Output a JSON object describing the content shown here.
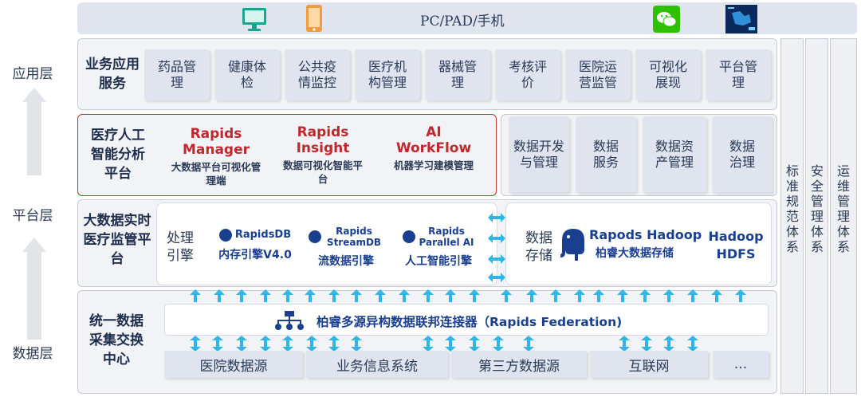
{
  "top_bar": {
    "label": "PC/PAD/手机"
  },
  "layers": {
    "app": "应用层",
    "platform": "平台层",
    "data": "数据层"
  },
  "app_services": {
    "title": "业务应用服务",
    "items": [
      "药品管理",
      "健康体检",
      "公共疫情监控",
      "医疗机构管理",
      "器械管理",
      "考核评价",
      "医院运营监管",
      "可视化展现",
      "平台管理"
    ]
  },
  "ai_platform": {
    "title": "医疗人工智能分析平台",
    "products": [
      {
        "name": "Rapids Manager",
        "desc": "大数据平台可视化管理端"
      },
      {
        "name": "Rapids Insight",
        "desc": "数据可视化智能平台"
      },
      {
        "name": "AI WorkFlow",
        "desc": "机器学习建模管理"
      }
    ],
    "services": [
      "数据开发与管理",
      "数据服务",
      "数据资产管理",
      "数据治理"
    ]
  },
  "bigdata_platform": {
    "title": "大数据实时医疗监管平台",
    "engine_label": "处理引擎",
    "engines": [
      {
        "logo": "RapidsDB",
        "label": "内存引擎V4.0"
      },
      {
        "logo": "Rapids StreamDB",
        "label": "流数据引擎"
      },
      {
        "logo": "Rapids Parallel AI",
        "label": "人工智能引擎"
      }
    ],
    "storage_label": "数据存储",
    "storage_product": "Rapods Hadoop",
    "storage_desc": "柏睿大数据存储",
    "hdfs": "Hadoop HDFS"
  },
  "collection": {
    "title": "统一数据采集交换中心",
    "federation": "柏睿多源异构数据联邦连接器（Rapids Federation)",
    "sources": [
      "医院数据源",
      "业务信息系统",
      "第三方数据源",
      "互联网",
      "..."
    ]
  },
  "side_bars": [
    "标准规范体系",
    "安全管理体系",
    "运维管理体系"
  ],
  "colors": {
    "accent_red": "#c1272d",
    "arrow_blue": "#2fb6e4",
    "brand_blue": "#1a3f8f"
  }
}
